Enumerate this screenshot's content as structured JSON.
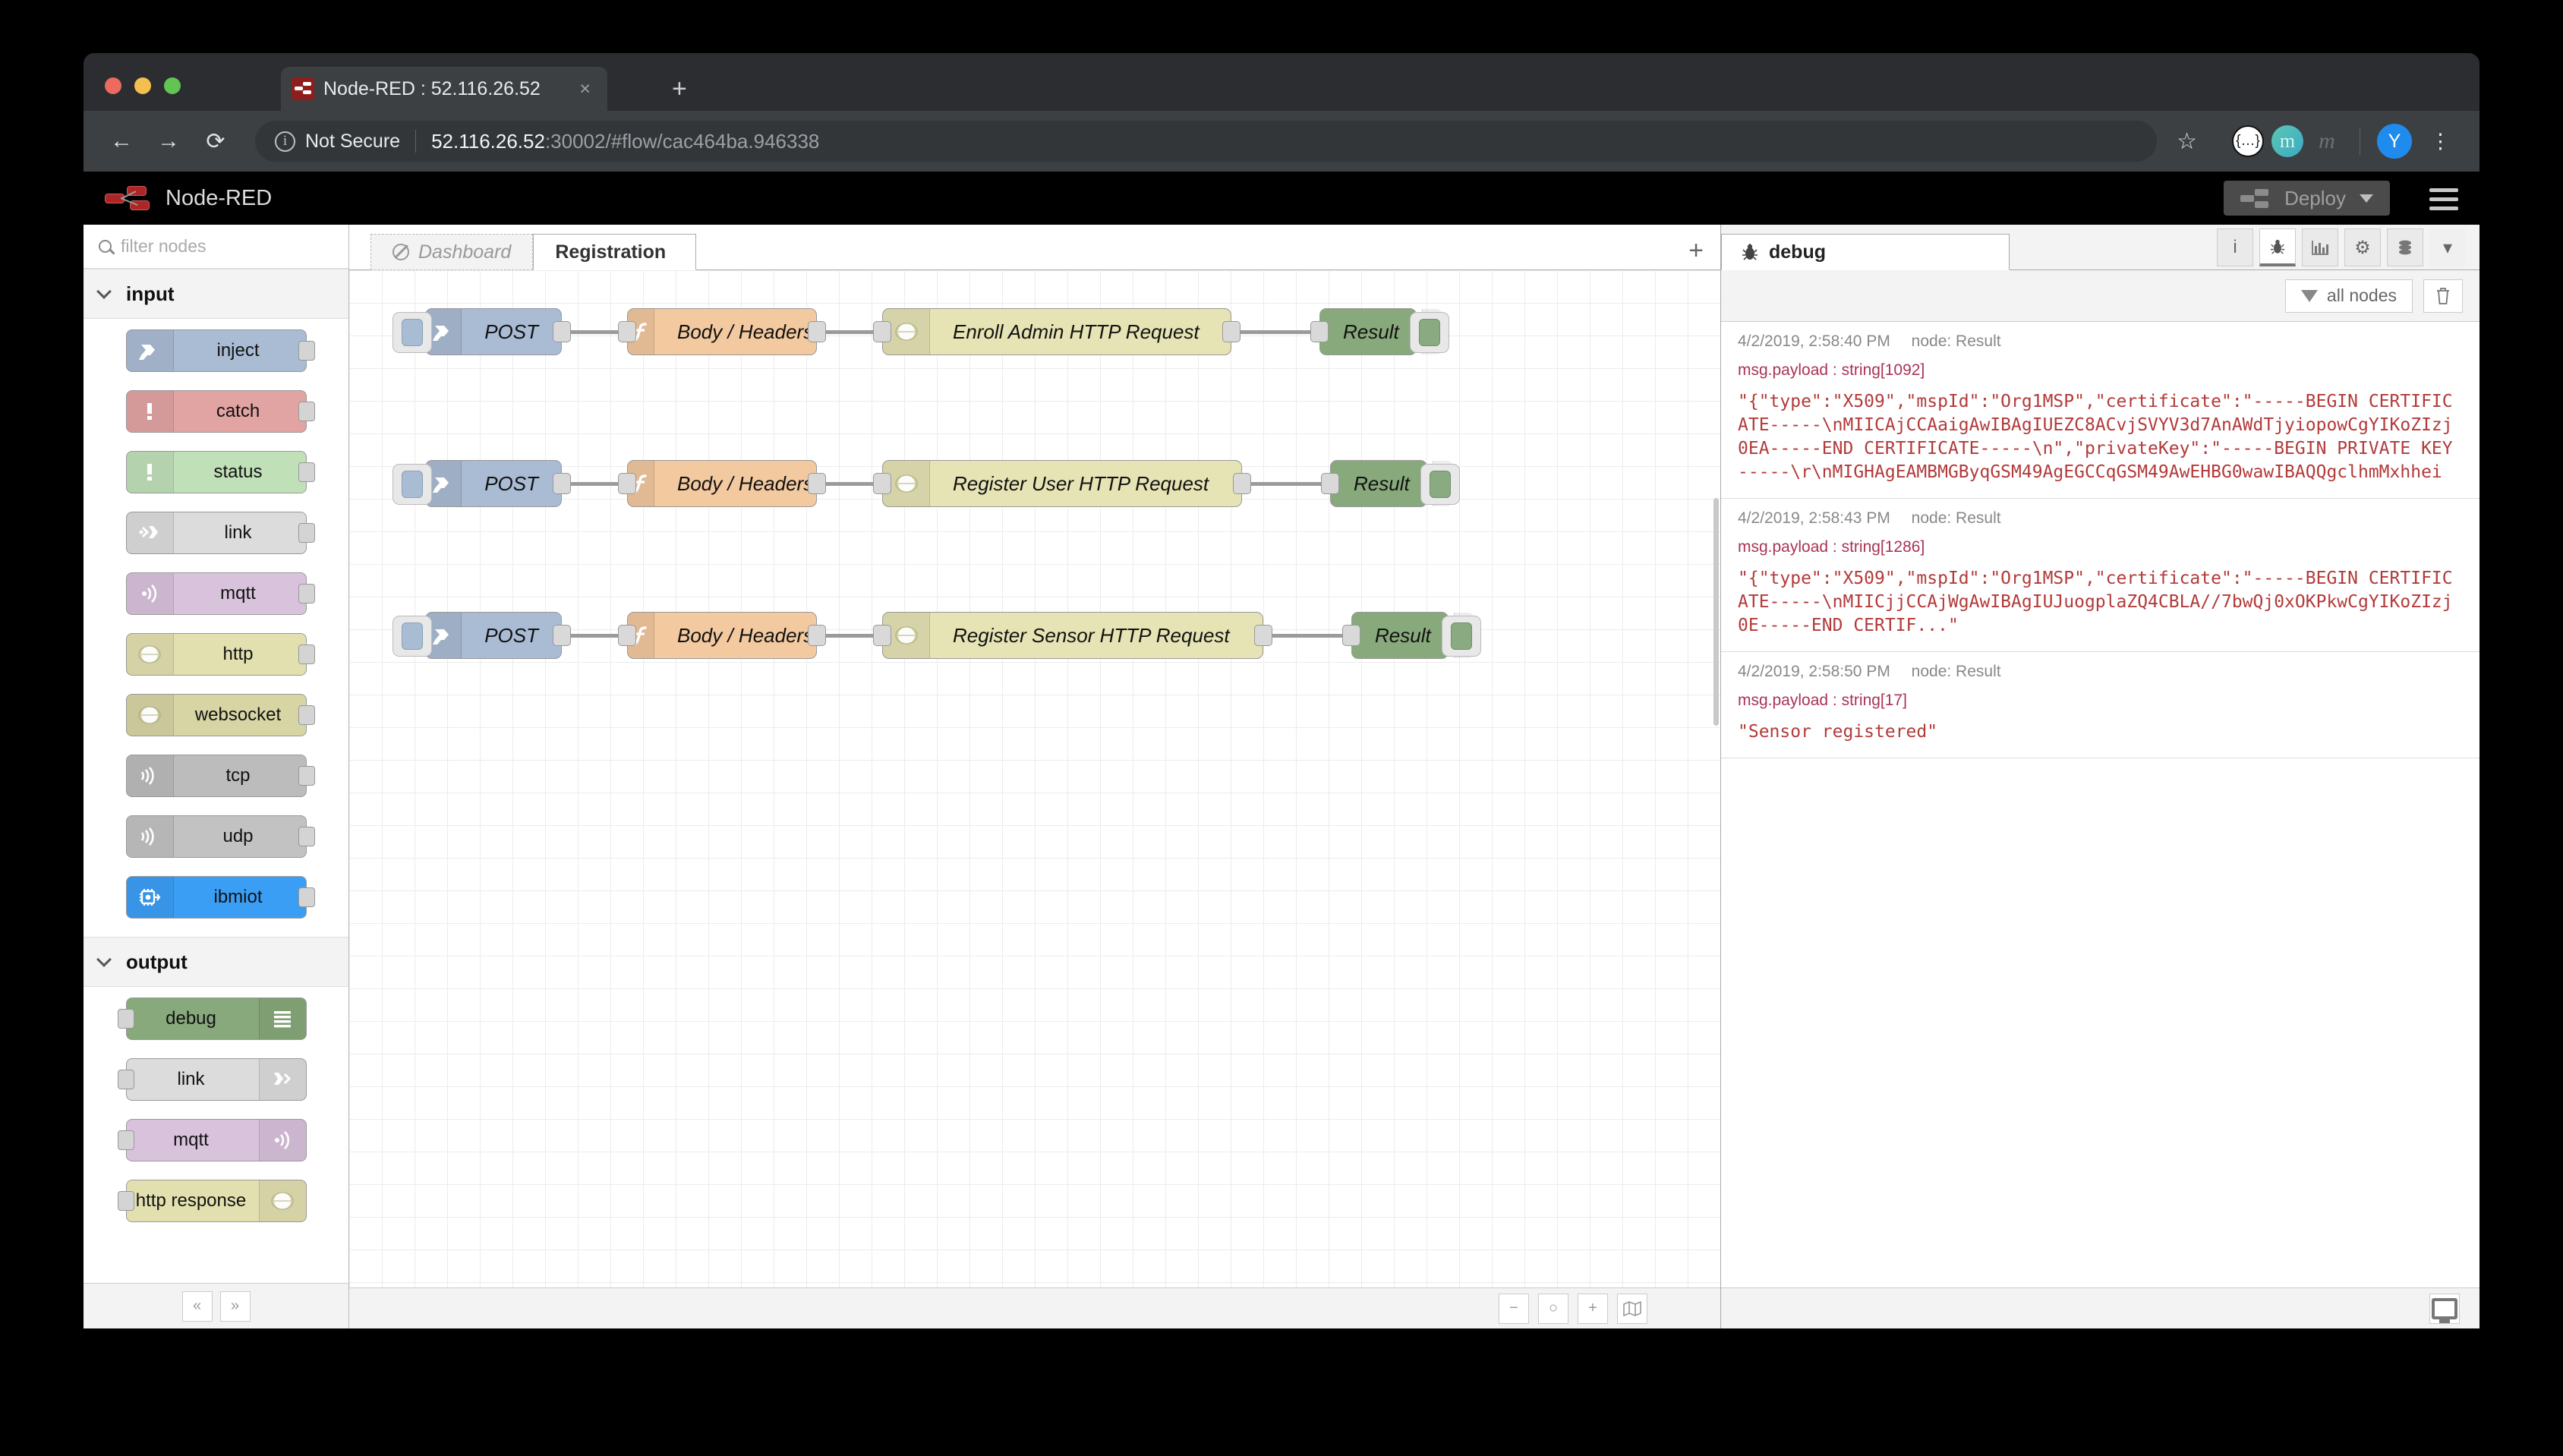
{
  "browser": {
    "tab": {
      "title": "Node-RED : 52.116.26.52",
      "close_label": "×",
      "favicon": "node-red-favicon"
    },
    "newtab_label": "+",
    "nav": {
      "back": "←",
      "forward": "→",
      "reload": "⟳"
    },
    "omnibox": {
      "security_label": "Not Secure",
      "url_host": "52.116.26.52",
      "url_path": ":30002/#flow/cac464ba.946338"
    },
    "toolbar": {
      "bookmark": "☆",
      "ext_json": "{…}",
      "ext_teal": "m",
      "ext_gray": "m",
      "avatar": "Y",
      "menu": "⋮"
    }
  },
  "nodered": {
    "title": "Node-RED",
    "deploy_label": "Deploy",
    "palette": {
      "filter_placeholder": "filter nodes",
      "categories": [
        {
          "name": "input",
          "nodes": [
            {
              "label": "inject",
              "color": "#a9bcd4",
              "icon": "inject-arrow-icon",
              "port": "out"
            },
            {
              "label": "catch",
              "color": "#e2a3a3",
              "icon": "exclamation-icon",
              "port": "out"
            },
            {
              "label": "status",
              "color": "#c0e0b8",
              "icon": "exclamation-icon",
              "port": "out"
            },
            {
              "label": "link",
              "color": "#dcdcdc",
              "icon": "link-in-icon",
              "port": "out"
            },
            {
              "label": "mqtt",
              "color": "#d9c2dc",
              "icon": "broadcast-icon",
              "port": "out"
            },
            {
              "label": "http",
              "color": "#e3e0b0",
              "icon": "globe-icon",
              "port": "out"
            },
            {
              "label": "websocket",
              "color": "#d7d5a4",
              "icon": "globe-icon",
              "port": "out"
            },
            {
              "label": "tcp",
              "color": "#bcbcbc",
              "icon": "signal-icon",
              "port": "out"
            },
            {
              "label": "udp",
              "color": "#c2c2c2",
              "icon": "signal-icon",
              "port": "out"
            },
            {
              "label": "ibmiot",
              "color": "#3b9ef5",
              "icon": "chip-icon",
              "port": "out"
            }
          ]
        },
        {
          "name": "output",
          "nodes": [
            {
              "label": "debug",
              "color": "#87a97b",
              "icon": "stripes-icon",
              "port": "in"
            },
            {
              "label": "link",
              "color": "#dcdcdc",
              "icon": "link-out-icon",
              "port": "in"
            },
            {
              "label": "mqtt",
              "color": "#d9c2dc",
              "icon": "broadcast-icon",
              "port": "in"
            },
            {
              "label": "http response",
              "color": "#e3e0b0",
              "icon": "globe-icon",
              "port": "in"
            }
          ]
        }
      ]
    },
    "flow_tabs": [
      {
        "label": "Dashboard",
        "state": "disabled",
        "icon": "no-entry-icon"
      },
      {
        "label": "Registration",
        "state": "active"
      }
    ],
    "add_tab_label": "+",
    "flows": [
      {
        "nodes": [
          {
            "label": "POST",
            "type": "http-in",
            "color": "#a9bcd4",
            "icon": "arrow-right-icon"
          },
          {
            "label": "Body / Headers",
            "type": "function",
            "color": "#f3c9a0",
            "icon": "function-f-icon"
          },
          {
            "label": "Enroll Admin HTTP Request",
            "type": "http-request",
            "color": "#e6e3b4",
            "icon": "globe-icon"
          },
          {
            "label": "Result",
            "type": "debug",
            "color": "#87a97b",
            "icon": "stripes-icon"
          }
        ]
      },
      {
        "nodes": [
          {
            "label": "POST",
            "type": "http-in",
            "color": "#a9bcd4",
            "icon": "arrow-right-icon"
          },
          {
            "label": "Body / Headers",
            "type": "function",
            "color": "#f3c9a0",
            "icon": "function-f-icon"
          },
          {
            "label": "Register User HTTP Request",
            "type": "http-request",
            "color": "#e6e3b4",
            "icon": "globe-icon"
          },
          {
            "label": "Result",
            "type": "debug",
            "color": "#87a97b",
            "icon": "stripes-icon"
          }
        ]
      },
      {
        "nodes": [
          {
            "label": "POST",
            "type": "http-in",
            "color": "#a9bcd4",
            "icon": "arrow-right-icon"
          },
          {
            "label": "Body / Headers",
            "type": "function",
            "color": "#f3c9a0",
            "icon": "function-f-icon"
          },
          {
            "label": "Register Sensor HTTP Request",
            "type": "http-request",
            "color": "#e6e3b4",
            "icon": "globe-icon"
          },
          {
            "label": "Result",
            "type": "debug",
            "color": "#87a97b",
            "icon": "stripes-icon"
          }
        ]
      }
    ],
    "zoom_controls": {
      "zoom_out": "−",
      "zoom_reset": "○",
      "zoom_in": "+",
      "navigator": "map-icon"
    },
    "palette_footer": {
      "collapse": "«",
      "expand": "»"
    },
    "sidebar": {
      "tab_label": "debug",
      "tools": [
        {
          "name": "info-icon",
          "glyph": "i"
        },
        {
          "name": "debug-icon",
          "glyph": "🐞"
        },
        {
          "name": "chart-icon",
          "glyph": "▐█"
        },
        {
          "name": "gear-icon",
          "glyph": "⚙"
        },
        {
          "name": "stack-icon",
          "glyph": "≣"
        },
        {
          "name": "chevron-down-icon",
          "glyph": "▾"
        }
      ],
      "filter_label": "all nodes",
      "clear_label": "🗑",
      "messages": [
        {
          "timestamp": "4/2/2019, 2:58:40 PM",
          "node": "node: Result",
          "property": "msg.payload : string[1092]",
          "body": "\"{\"type\":\"X509\",\"mspId\":\"Org1MSP\",\"certificate\":\"-----BEGIN CERTIFICATE-----\\nMIICAjCCAaigAwIBAgIUEZC8ACvjSVYV3d7AnAWdTjyiopowCgYIKoZIzj0EA-----END CERTIFICATE-----\\n\",\"privateKey\":\"-----BEGIN PRIVATE KEY-----\\r\\nMIGHAgEAMBMGByqGSM49AgEGCCqGSM49AwEHBG0wawIBAQQgclhmMxhhei"
        },
        {
          "timestamp": "4/2/2019, 2:58:43 PM",
          "node": "node: Result",
          "property": "msg.payload : string[1286]",
          "body": "\"{\"type\":\"X509\",\"mspId\":\"Org1MSP\",\"certificate\":\"-----BEGIN CERTIFICATE-----\\nMIICjjCCAjWgAwIBAgIUJuogplaZQ4CBLA//7bwQj0xOKPkwCgYIKoZIzj0E-----END CERTIF...\""
        },
        {
          "timestamp": "4/2/2019, 2:58:50 PM",
          "node": "node: Result",
          "property": "msg.payload : string[17]",
          "body": "\"Sensor registered\""
        }
      ],
      "footer_icon": "monitor-icon"
    }
  }
}
